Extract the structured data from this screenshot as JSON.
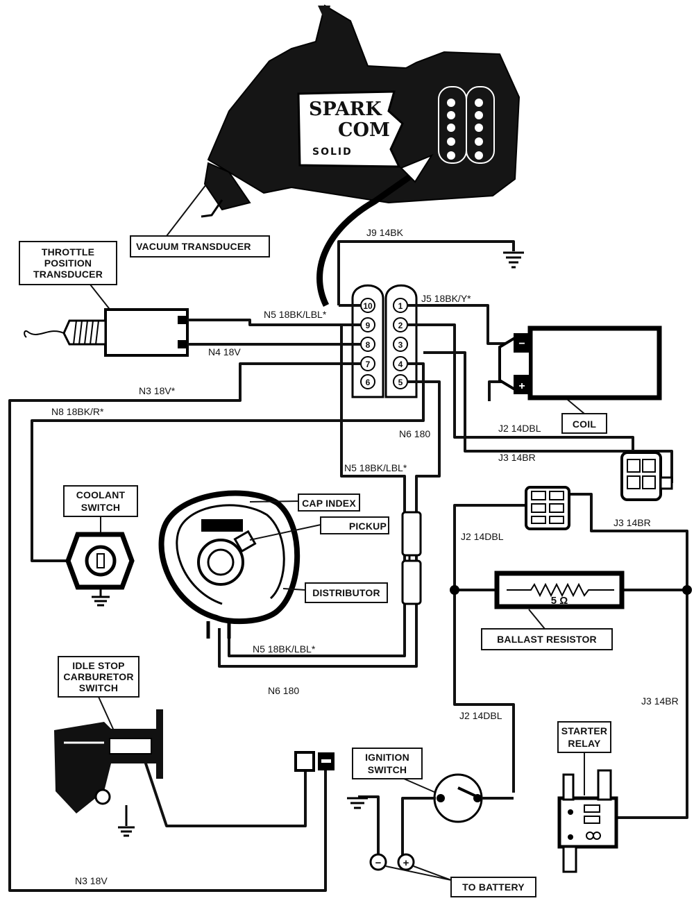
{
  "module": {
    "brand_line1": "SPARK",
    "brand_line2": "COM",
    "brand_line3": "SOLID",
    "pins_left": [
      "10",
      "9",
      "8",
      "7",
      "6"
    ],
    "pins_right": [
      "1",
      "2",
      "3",
      "4",
      "5"
    ]
  },
  "components": {
    "vacuum_transducer": "VACUUM TRANSDUCER",
    "throttle_line1": "THROTTLE",
    "throttle_line2": "POSITION",
    "throttle_line3": "TRANSDUCER",
    "coolant_line1": "COOLANT",
    "coolant_line2": "SWITCH",
    "cap_index": "CAP INDEX",
    "pickup": "PICKUP",
    "distributor": "DISTRIBUTOR",
    "coil": "COIL",
    "ballast_resistor": "BALLAST RESISTOR",
    "ballast_value": "5 Ω",
    "idle_line1": "IDLE STOP",
    "idle_line2": "CARBURETOR",
    "idle_line3": "SWITCH",
    "ignition_line1": "IGNITION",
    "ignition_line2": "SWITCH",
    "starter_line1": "STARTER",
    "starter_line2": "RELAY",
    "to_battery": "TO BATTERY",
    "coil_minus": "−",
    "coil_plus": "+",
    "batt_minus": "−",
    "batt_plus": "+"
  },
  "wires": {
    "j9": "J9 14BK",
    "j5": "J5 18BK/Y*",
    "n5_top": "N5 18BK/LBL*",
    "n4": "N4 18V",
    "n3_top": "N3 18V*",
    "n8": "N8 18BK/R*",
    "n6_right": "N6 180",
    "n5_mid": "N5 18BK/LBL*",
    "j2_coil": "J2 14DBL",
    "j3_coil": "J3 14BR",
    "j3_right": "J3 14BR",
    "j2_left": "J2 14DBL",
    "n5_bottom": "N5 18BK/LBL*",
    "n6_bottom": "N6 180",
    "j2_lower": "J2 14DBL",
    "j3_lower": "J3 14BR",
    "n3_bottom": "N3 18V"
  }
}
